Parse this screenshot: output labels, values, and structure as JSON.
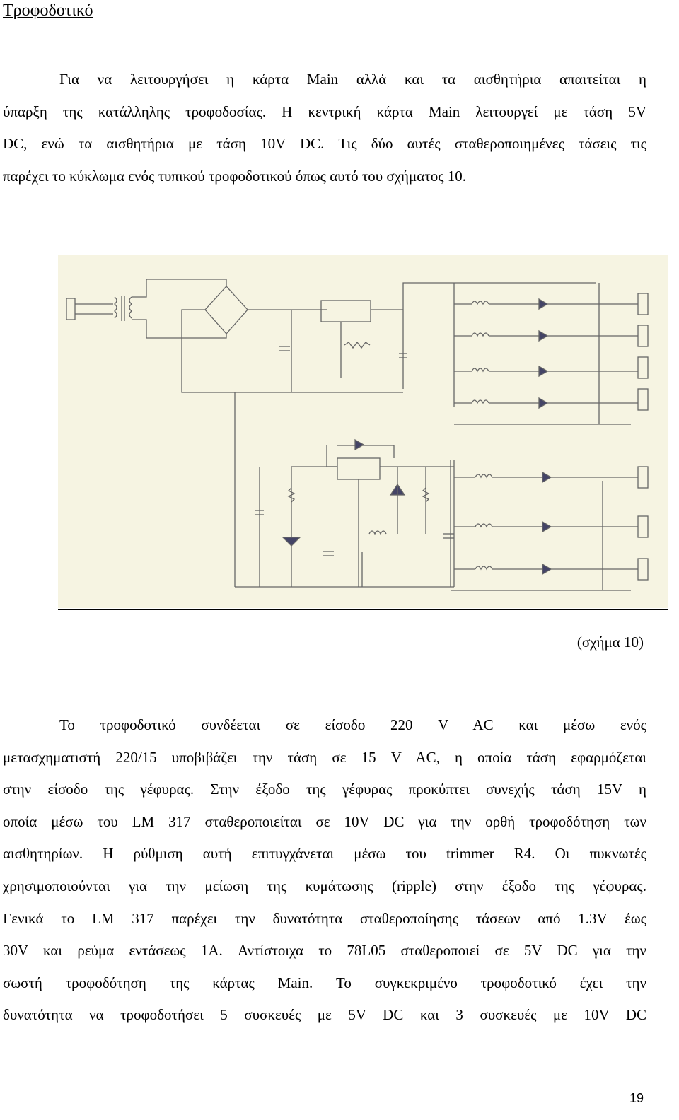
{
  "heading": "Τροφοδοτικό",
  "paragraph1": {
    "lines": [
      "Για να λειτουργήσει η κάρτα Main αλλά και τα αισθητήρια απαιτείται η",
      "ύπαρξη της κατάλληλης τροφοδοσίας. Η κεντρική κάρτα Main λειτουργεί με τάση 5V",
      "DC, ενώ τα αισθητήρια με τάση 10V DC. Τις δύο αυτές σταθεροποιημένες τάσεις τις",
      "παρέχει το κύκλωμα ενός τυπικού τροφοδοτικού όπως αυτό του σχήματος 10."
    ]
  },
  "figure": {
    "caption": "(σχήμα 10)"
  },
  "paragraph2": {
    "lines": [
      "Το τροφοδοτικό συνδέεται σε είσοδο 220 V AC και μέσω ενός",
      "μετασχηματιστή 220/15 υποβιβάζει την τάση  σε 15 V AC, η οποία τάση εφαρμόζεται",
      "στην είσοδο της γέφυρας. Στην έξοδο της γέφυρας προκύπτει συνεχής τάση 15V η",
      "οποία μέσω του  LM 317 σταθεροποιείται σε 10V DC για την ορθή τροφοδότηση των",
      "αισθητηρίων. Η ρύθμιση αυτή επιτυγχάνεται μέσω του trimmer R4. Οι πυκνωτές",
      "χρησιμοποιούνται για την μείωση της κυμάτωσης (ripple) στην έξοδο της γέφυρας.",
      "Γενικά το LM 317 παρέχει την δυνατότητα σταθεροποίησης τάσεων από 1.3V έως",
      "30V και ρεύμα εντάσεως 1A. Αντίστοιχα το 78L05 σταθεροποιεί σε 5V DC για την",
      "σωστή τροφοδότηση της κάρτας Main. Το συγκεκριμένο τροφοδοτικό έχει την",
      "δυνατότητα να τροφοδοτήσει 5 συσκευές με 5V DC και 3 συσκευές με 10V DC"
    ]
  },
  "page_number": "19"
}
